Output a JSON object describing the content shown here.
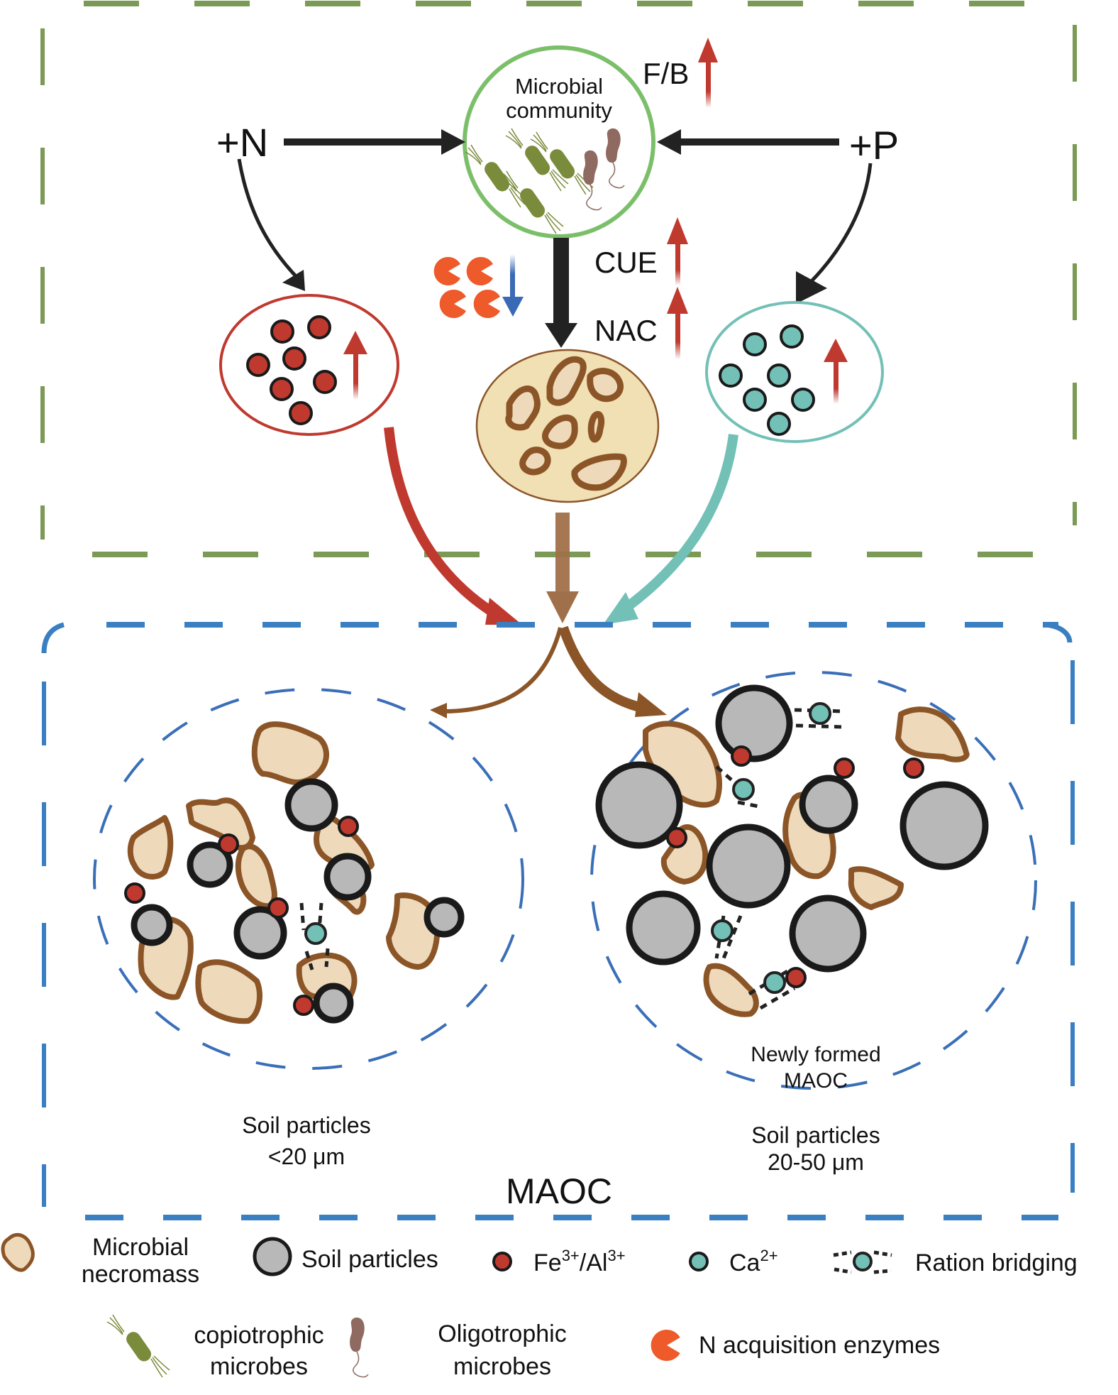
{
  "colors": {
    "upper_frame": "#7a9a55",
    "lower_frame": "#3a7fc1",
    "inner_circle": "#3a6fb8",
    "community_ring": "#7cbf6a",
    "fe_al": "#c0392f",
    "ca": "#72c0b6",
    "necromass_fill": "#eedabb",
    "necromass_stroke": "#8b5527",
    "pool_fill": "#f0e0b4",
    "soil_particle": "#b8b8b8",
    "enzyme": "#ee5a2a",
    "increase_arrow": "#c0392f",
    "decrease_arrow": "#3a6ab5",
    "flow_brown": "#a0704a",
    "flow_red": "#c0392f",
    "flow_teal": "#72c0b6"
  },
  "upper": {
    "n_input": "+N",
    "p_input": "+P",
    "community_title_line1": "Microbial",
    "community_title_line2": "community",
    "fb_label": "F/B",
    "fb_trend": "increase",
    "cue_label": "CUE",
    "cue_trend": "increase",
    "nac_label": "NAC",
    "nac_trend": "increase",
    "enzyme_trend": "decrease",
    "fe_al_pool_trend": "increase",
    "ca_pool_trend": "increase"
  },
  "lower": {
    "frame_label": "MAOC",
    "left_caption_line1": "Soil particles",
    "left_caption_line2": "<20 μm",
    "right_caption_line1": "Soil particles",
    "right_caption_line2": "20-50 μm",
    "new_maoc_line1": "Newly formed",
    "new_maoc_line2": "MAOC"
  },
  "legend": {
    "necromass_line1": "Microbial",
    "necromass_line2": "necromass",
    "soil_particles": "Soil particles",
    "fe_al_prefix": "Fe",
    "fe_al_sup1": "3+",
    "fe_al_mid": "/Al",
    "fe_al_sup2": "3+",
    "ca_prefix": "Ca",
    "ca_sup": "2+",
    "bridging": "Ration bridging",
    "copiotrophic_line1": "copiotrophic",
    "copiotrophic_line2": "microbes",
    "oligotrophic_line1": "Oligotrophic",
    "oligotrophic_line2": "microbes",
    "enzymes": "N acquisition enzymes"
  }
}
